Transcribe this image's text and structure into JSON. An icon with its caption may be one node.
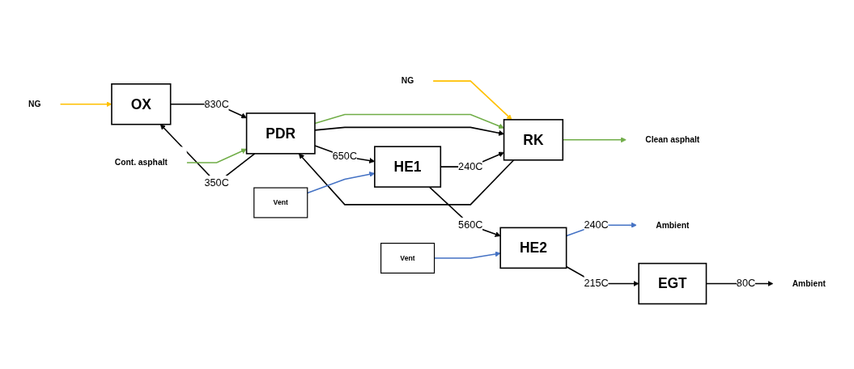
{
  "diagram": {
    "nodes": [
      {
        "text": [
          "OX"
        ]
      },
      {
        "text": [
          "NG"
        ]
      },
      {
        "text": [
          "PDR"
        ]
      },
      {
        "text": [
          "NG"
        ]
      },
      {
        "text": [
          "RK"
        ]
      },
      {
        "text": [
          "Cont. asphalt"
        ]
      },
      {
        "text": [
          "Clean asphalt"
        ]
      },
      {
        "text": [
          "HE1"
        ]
      },
      {
        "text": [
          "HE2"
        ]
      },
      {
        "text": [
          "Ambient"
        ]
      },
      {
        "text": [
          "EGT"
        ]
      },
      {
        "text": [
          "Ambient"
        ]
      },
      {
        "text": [
          "Vent"
        ]
      },
      {
        "text": [
          "Vent"
        ]
      }
    ],
    "edges": [
      {
        "from": 1,
        "to": 0,
        "arrow": "to",
        "color": "#ffc000"
      },
      {
        "from": 2,
        "to": 0,
        "arrow": "to",
        "label": "350C"
      },
      {
        "from": 0,
        "to": 2,
        "arrow": "to",
        "label": "830C"
      },
      {
        "from": 3,
        "to": 4,
        "arrow": "to",
        "color": "#ffc000"
      },
      {
        "from": 4,
        "to": 2,
        "arrow": "to"
      },
      {
        "from": 2,
        "to": 4,
        "arrow": "to",
        "color": "#70ad47"
      },
      {
        "from": 2,
        "to": 4,
        "arrow": "to"
      },
      {
        "from": 5,
        "to": 2,
        "arrow": "to",
        "color": "#70ad47"
      },
      {
        "from": 4,
        "to": 6,
        "arrow": "to",
        "color": "#70ad47"
      },
      {
        "from": 2,
        "to": 7,
        "arrow": "to",
        "label": "650C"
      },
      {
        "from": 7,
        "to": 4,
        "arrow": "to",
        "label": "240C"
      },
      {
        "from": 7,
        "to": 8,
        "arrow": "to",
        "label": "560C"
      },
      {
        "from": 8,
        "to": 9,
        "arrow": "to",
        "label": "240C",
        "color": "#4472c4"
      },
      {
        "from": 8,
        "to": 10,
        "arrow": "to",
        "label": "215C"
      },
      {
        "from": 10,
        "to": 11,
        "arrow": "to",
        "label": "80C"
      },
      {
        "from": 12,
        "to": 7,
        "arrow": "to",
        "color": "#4472c4"
      },
      {
        "from": 13,
        "to": 8,
        "arrow": "to",
        "color": "#4472c4"
      }
    ]
  }
}
